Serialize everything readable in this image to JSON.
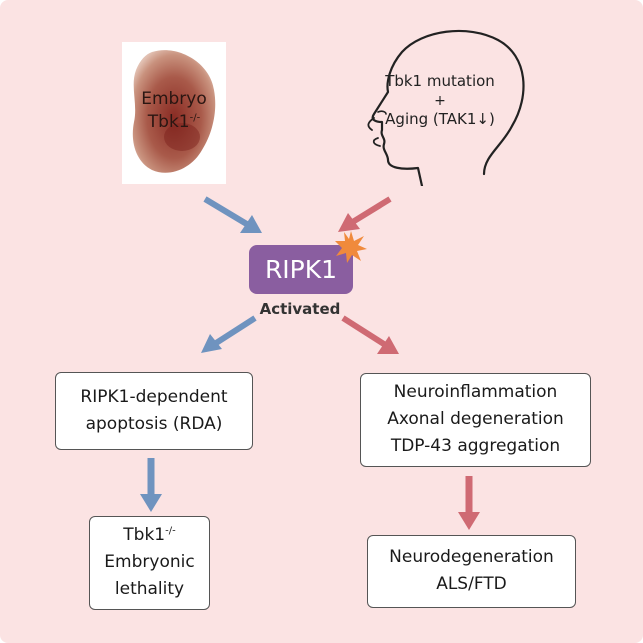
{
  "embryo": {
    "line1": "Embryo",
    "line2_base": "Tbk1",
    "line2_sup": "-/-"
  },
  "head": {
    "line1": "Tbk1 mutation",
    "line2": "+",
    "line3": "Aging (TAK1↓)"
  },
  "center": {
    "label": "RIPK1",
    "sublabel": "Activated"
  },
  "left_branch": {
    "box1_line1": "RIPK1-dependent",
    "box1_line2": "apoptosis (RDA)",
    "box2_line1_base": "Tbk1",
    "box2_line1_sup": "-/-",
    "box2_line2": "Embryonic",
    "box2_line3": "lethality"
  },
  "right_branch": {
    "box1_line1": "Neuroinflammation",
    "box1_line2": "Axonal degeneration",
    "box1_line3": "TDP-43 aggregation",
    "box2_line1": "Neurodegeneration",
    "box2_line2": "ALS/FTD"
  },
  "colors": {
    "background": "#fbe3e3",
    "ripk1_box": "#8a5ea0",
    "blue_arrow": "#6f93bf",
    "red_arrow": "#cf6a73",
    "burst": "#f08a3c"
  }
}
